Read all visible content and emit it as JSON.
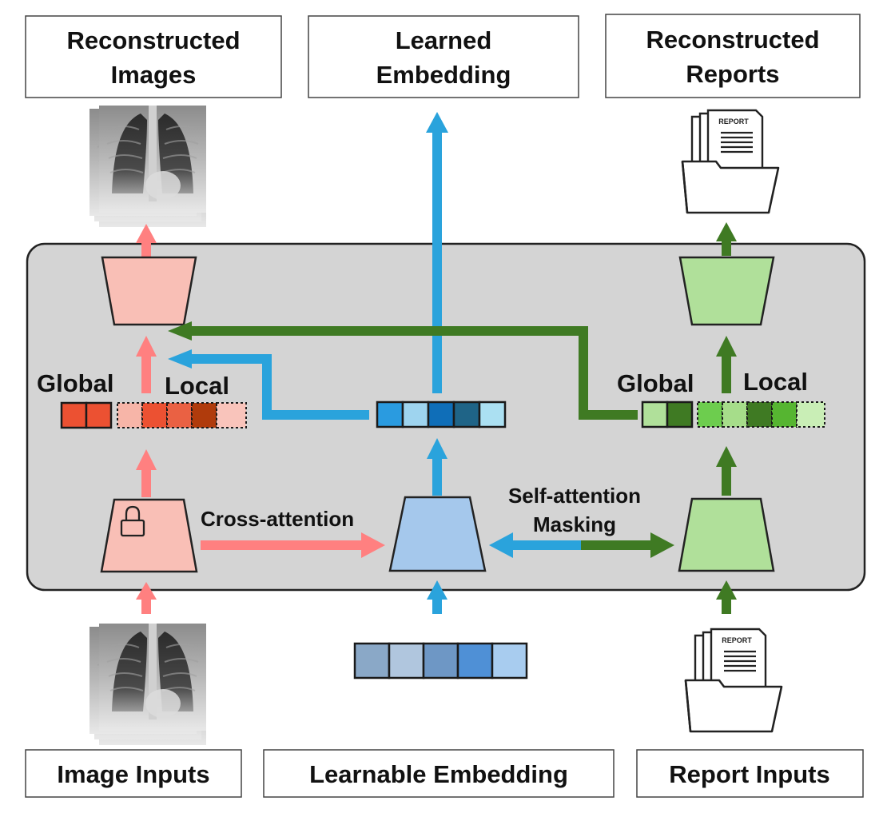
{
  "labels": {
    "reconstructed_images": [
      "Reconstructed",
      "Images"
    ],
    "learned_embedding": [
      "Learned",
      "Embedding"
    ],
    "reconstructed_reports": [
      "Reconstructed",
      "Reports"
    ],
    "image_inputs": "Image Inputs",
    "learnable_embedding": "Learnable Embedding",
    "report_inputs": "Report Inputs",
    "image_global": "Global",
    "image_local": "Local",
    "report_global": "Global",
    "report_local": "Local",
    "cross_attention": "Cross-attention",
    "self_attention": [
      "Self-attention",
      "Masking"
    ],
    "report_doc_title": "REPORT"
  },
  "colors": {
    "image_branch": "#ff8080",
    "image_block": "#f9bfb6",
    "embedding_branch": "#2aa3dc",
    "embedding_block": "#a5c8ec",
    "report_branch": "#3f7a23",
    "report_block": "#b0e09a",
    "panel": "#d4d4d4"
  },
  "image_tokens": {
    "global": [
      "#ec5132",
      "#ec5132"
    ],
    "local": [
      "#f7b5a8",
      "#ec5132",
      "#ea6143",
      "#b03b0c",
      "#f9c4bb"
    ]
  },
  "embedding_tokens": [
    "#2a9be0",
    "#9ed4ef",
    "#0f6eb8",
    "#1f6487",
    "#abe0f2"
  ],
  "input_embedding_tokens": [
    "#8aa8c7",
    "#b0c6de",
    "#6e97c5",
    "#4f90d6",
    "#a8ccef"
  ],
  "report_tokens": {
    "global": [
      "#b0e09a",
      "#3f7a23"
    ],
    "local": [
      "#6dcd4e",
      "#a6dd8a",
      "#3f7a23",
      "#56b531",
      "#c9eeb6"
    ]
  },
  "icons": {
    "lock": "lock-icon",
    "xray": "chest-xray-icon",
    "report": "report-document-icon"
  }
}
